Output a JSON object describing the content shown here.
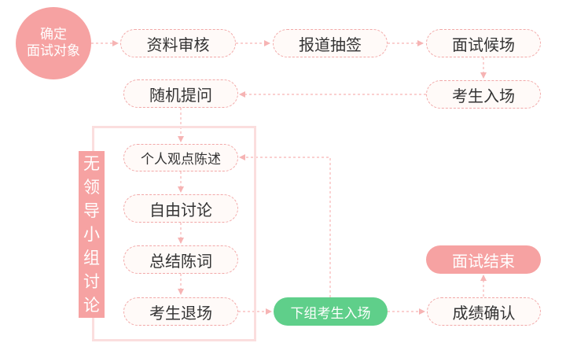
{
  "diagram": {
    "start": {
      "line1": "确定",
      "line2": "面试对象"
    },
    "nodes": {
      "material_review": "资料审核",
      "registration_draw": "报道抽签",
      "interview_wait": "面试候场",
      "candidate_enter": "考生入场",
      "random_question": "随机提问",
      "personal_statement": "个人观点陈述",
      "free_discussion": "自由讨论",
      "summary_statement": "总结陈词",
      "candidate_exit": "考生退场",
      "next_group_enter": "下组考生入场",
      "score_confirm": "成绩确认",
      "interview_end": "面试结束"
    },
    "group_label": [
      "无",
      "领",
      "导",
      "小",
      "组",
      "讨",
      "论"
    ]
  },
  "colors": {
    "accent_pink": "#f6a2a2",
    "dashed_border": "#f2a8a8",
    "arrow": "#f6b4b4",
    "green": "#5fcf8a",
    "group_border": "#fbdede"
  }
}
